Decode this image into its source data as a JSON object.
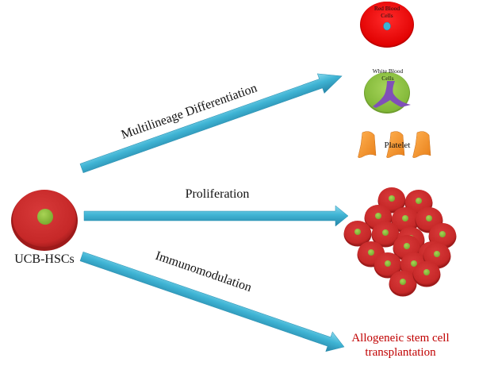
{
  "source": {
    "label": "UCB-HSCs"
  },
  "arrows": [
    {
      "id": "differentiation",
      "label": "Multilineage Differentiation"
    },
    {
      "id": "proliferation",
      "label": "Proliferation"
    },
    {
      "id": "immunomodulation",
      "label": "Immunomodulation"
    }
  ],
  "targets": {
    "red_blood_cells": {
      "line1": "Red Blood",
      "line2": "Cells"
    },
    "white_blood_cells": {
      "line1": "White Blood",
      "line2": "Cells"
    },
    "platelet": {
      "label": "Platelet"
    },
    "proliferated_cells": {
      "count": 17
    },
    "transplantation": {
      "line1": "Allogeneic stem cell",
      "line2": "transplantation"
    }
  },
  "colors": {
    "arrow": "#3fb4d4",
    "cell_red": "#c62828",
    "nucleus_green": "#8dc03c",
    "rbc_red": "#ff1010",
    "rbc_nucleus": "#3bb3d6",
    "wbc_green": "#8ec63f",
    "wbc_purple": "#8050b8",
    "platelet_orange": "#f39020",
    "transplant_text": "#c00000"
  }
}
